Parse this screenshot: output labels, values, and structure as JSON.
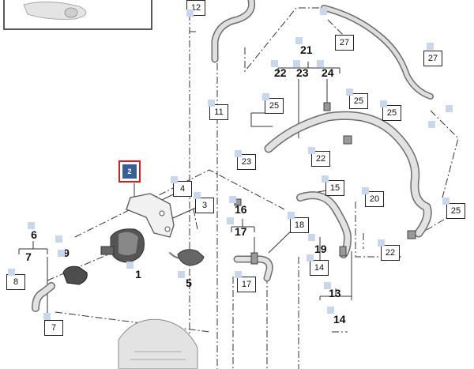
{
  "diagram": {
    "selected_part": "2",
    "labels": {
      "l12": "12",
      "l27a": "27",
      "l27b": "27",
      "l21": "21",
      "l22a": "22",
      "l23a": "23",
      "l24": "24",
      "l11": "11",
      "l25a": "25",
      "l25b": "25",
      "l25c": "25",
      "l25d": "25",
      "l23b": "23",
      "l22b": "22",
      "l4": "4",
      "l3": "3",
      "l15": "15",
      "l20": "20",
      "l16": "16",
      "l17a": "17",
      "l18": "18",
      "l19": "19",
      "l14a": "14",
      "l22c": "22",
      "l6": "6",
      "l7a": "7",
      "l9": "9",
      "l1": "1",
      "l5": "5",
      "l8": "8",
      "l7b": "7",
      "l17b": "17",
      "l13": "13",
      "l14b": "14"
    }
  }
}
